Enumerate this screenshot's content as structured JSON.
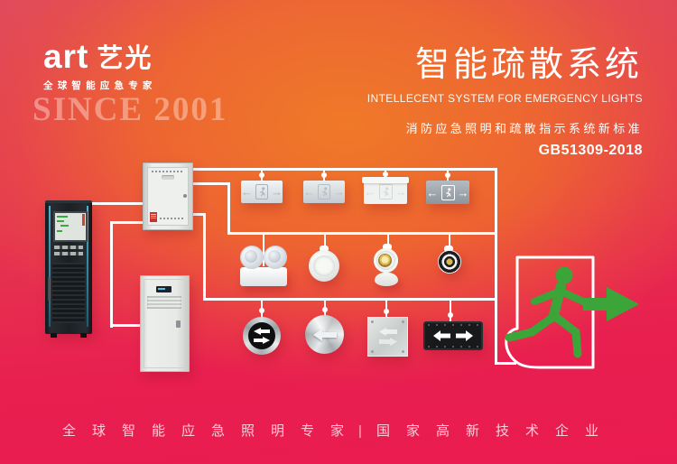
{
  "brand": {
    "logo_latin": "art",
    "logo_cn": "艺光",
    "tagline": "全球智能应急专家",
    "since": "SINCE 2001"
  },
  "title": {
    "cn": "智能疏散系统",
    "en": "INTELLECENT SYSTEM FOR EMERGENCY LIGHTS",
    "subtitle": "消防应急照明和疏散指示系统新标准",
    "standard": "GB51309-2018"
  },
  "footer": {
    "slogan_left": "全球智能应急照明专家",
    "divider": "|",
    "slogan_right": "国家高新技术企业"
  },
  "colors": {
    "background_top": "#e04a5e",
    "background_center": "#f07c26",
    "background_bottom": "#ea1b51",
    "wire": "#ffffff",
    "exit_green": "#3ca53a",
    "label_red": "#c8342c"
  },
  "diagram": {
    "devices": [
      "evacuation-control-host-cabinet",
      "wall-distribution-box",
      "emergency-power-cabinet",
      "exit-sign-double-arrow",
      "exit-sign-double-arrow-slim",
      "exit-sign-ceiling-mount",
      "exit-sign-silver",
      "twin-head-emergency-light",
      "emergency-downlight",
      "emergency-spotlight",
      "recessed-bullseye-light",
      "floor-indicator-round-black",
      "floor-indicator-steel-disc",
      "floor-indicator-square-plate",
      "buried-ground-light-bar",
      "exit-door-with-running-man"
    ]
  }
}
